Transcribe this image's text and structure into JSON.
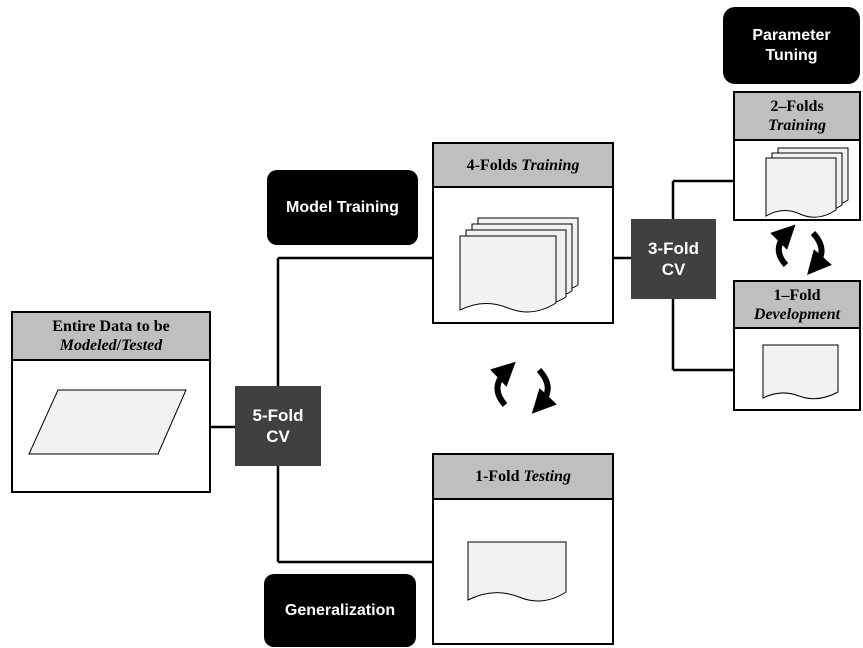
{
  "labels": {
    "parameter_tuning_line1": "Parameter",
    "parameter_tuning_line2": "Tuning",
    "model_training": "Model Training",
    "generalization": "Generalization"
  },
  "cv": {
    "five_fold_line1": "5-Fold",
    "five_fold_line2": "CV",
    "three_fold_line1": "3-Fold",
    "three_fold_line2": "CV"
  },
  "cards": {
    "entire_data": {
      "line1": "Entire Data to be",
      "line2a": "Modeled",
      "line2sep": "/",
      "line2b": "Tested"
    },
    "four_folds": {
      "prefix": "4-Folds ",
      "emph": "Training"
    },
    "one_fold_testing": {
      "prefix": "1-Fold ",
      "emph": "Testing"
    },
    "two_folds": {
      "line1": "2–Folds",
      "line2": "Training"
    },
    "one_fold_dev": {
      "line1": "1–Fold",
      "line2": "Development"
    }
  },
  "colors": {
    "header_gray": "#bfbfbf",
    "cv_box": "#404040",
    "label_pill": "#000000",
    "doc_fill": "#f2f2f2"
  }
}
